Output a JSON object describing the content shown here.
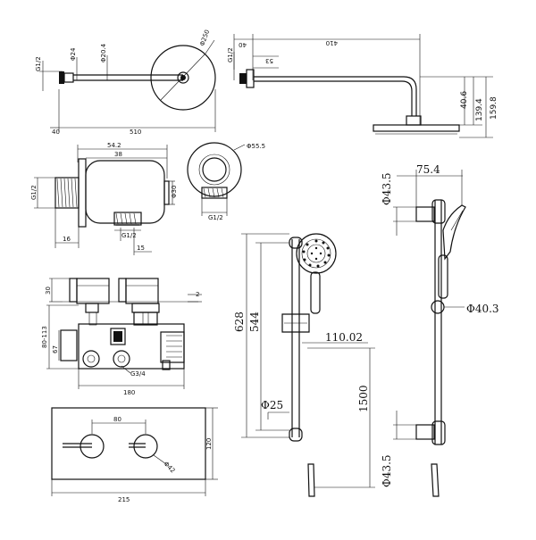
{
  "drawing": {
    "overhead_plan": {
      "d_top_half": "G1/2",
      "d_stem": "Φ24",
      "d_arm": "Φ20.4",
      "d_head": "Φ250",
      "len_total": "510",
      "len_nut": "40"
    },
    "overhead_side": {
      "len_flange": "40",
      "len_arm": "410",
      "g_half": "G1/2",
      "d_53": "53",
      "h_40_6": "40.6",
      "h_139_4": "139.4",
      "h_159_8": "159.8"
    },
    "wall_elbow_side": {
      "w_54_2": "54.2",
      "w_38": "38",
      "g_half_left": "G1/2",
      "d_small": "Φ30",
      "w_16": "16",
      "w_15": "15",
      "g_half_bottom": "G1/2"
    },
    "wall_elbow_front": {
      "d_outer": "Φ55.5",
      "g_half": "G1/2"
    },
    "valve_side": {
      "h_30": "30",
      "h_range": "80-113",
      "h_67": "67",
      "w_180": "180",
      "g_3_4": "G3/4",
      "d_2": "2"
    },
    "valve_plate": {
      "w_80": "80",
      "h_120": "120",
      "w_215": "215",
      "d_42": "Φ42"
    },
    "rail_front": {
      "h_628": "628",
      "h_544": "544",
      "w_110": "110.02",
      "h_1500": "1500",
      "d_25": "Φ25"
    },
    "rail_side": {
      "d_43_5_top": "Φ43.5",
      "w_75_4": "75.4",
      "d_40_3": "Φ40.3",
      "d_43_5_bottom": "Φ43.5"
    }
  }
}
